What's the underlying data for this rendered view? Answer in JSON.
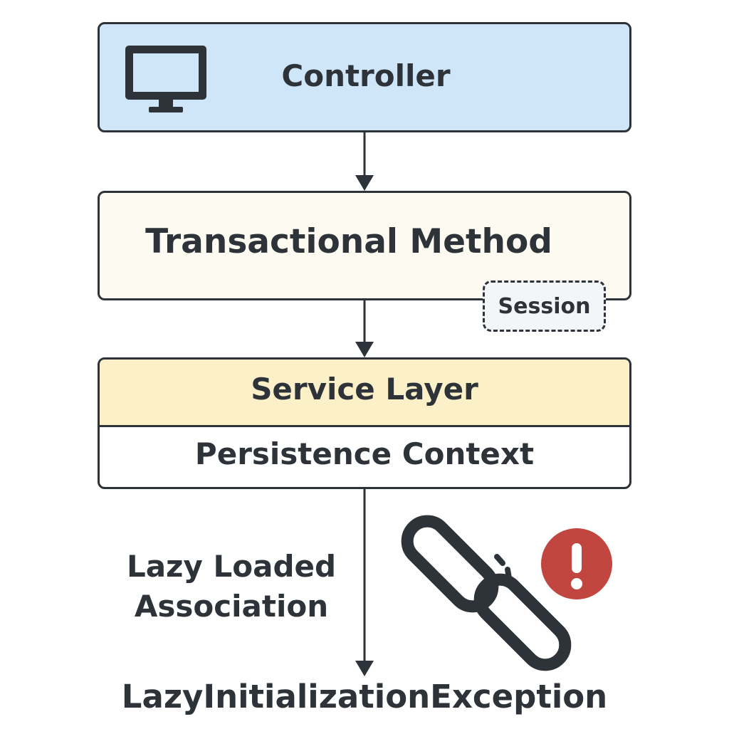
{
  "diagram": {
    "controller": {
      "label": "Controller",
      "icon": "monitor-icon",
      "fill": "#cfe5f8"
    },
    "transactional_method": {
      "label": "Transactional Method",
      "fill": "#fdfbf1"
    },
    "session": {
      "label": "Session"
    },
    "service_layer": {
      "label": "Service Layer",
      "fill": "#fcf0c9"
    },
    "persistence_context": {
      "label": "Persistence Context"
    },
    "lazy_association": {
      "label": "Lazy Loaded Association"
    },
    "exception": {
      "label": "LazyInitializationException"
    },
    "icons": [
      "monitor-icon",
      "broken-link-icon",
      "error-alert-icon"
    ],
    "colors": {
      "stroke": "#2d3338",
      "alert": "#c0463f"
    }
  }
}
